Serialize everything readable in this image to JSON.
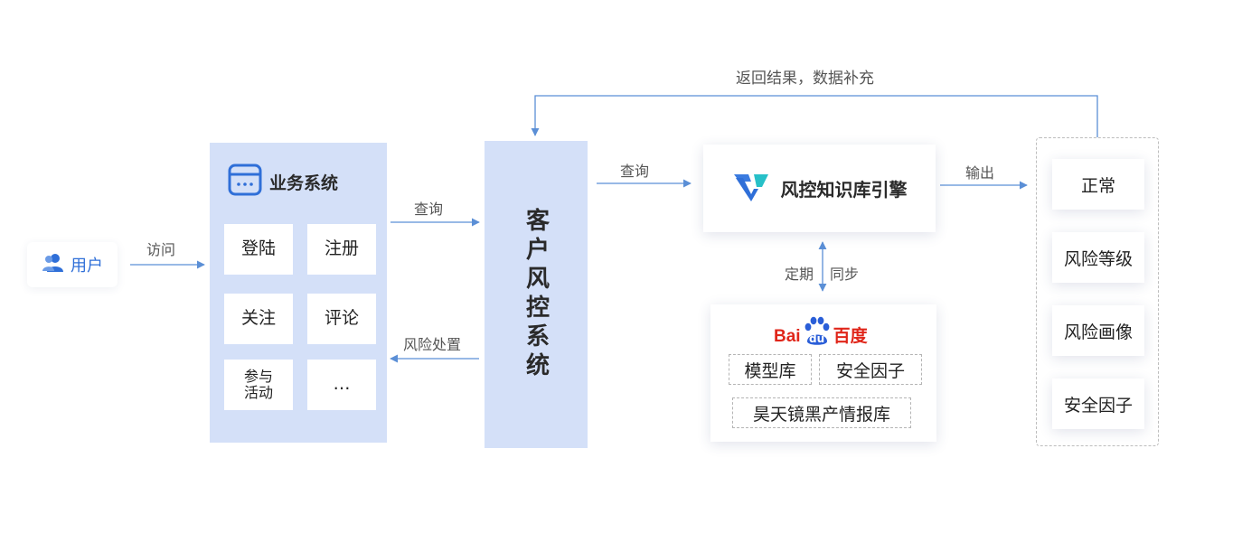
{
  "user": {
    "label": "用户",
    "icon": "user-group-icon"
  },
  "edges": {
    "visit": "访问",
    "query_left": "查询",
    "dispose": "风险处置",
    "query_right": "查询",
    "output": "输出",
    "sync_a": "定期",
    "sync_b": "同步",
    "feedback": "返回结果，数据补充"
  },
  "business_system": {
    "title": "业务系统",
    "icon": "browser-window-icon",
    "items": [
      "登陆",
      "注册",
      "关注",
      "评论",
      "参与\n活动",
      "…"
    ]
  },
  "risk_control_system": {
    "label": "客户风控系统"
  },
  "knowledge_engine": {
    "title": "风控知识库引擎",
    "icon": "shield-v-logo-icon"
  },
  "baidu": {
    "logo_latin": "Bai",
    "logo_du": "du",
    "logo_cn": "百度",
    "chips": [
      "模型库",
      "安全因子",
      "昊天镜黑产情报库"
    ]
  },
  "outputs": [
    "正常",
    "风险等级",
    "风险画像",
    "安全因子"
  ],
  "colors": {
    "panel": "#d4e0f8",
    "arrow": "#5b8fd6",
    "accent_blue": "#2f6fd8",
    "baidu_red": "#e0261a",
    "baidu_blue": "#2a5ed8"
  }
}
